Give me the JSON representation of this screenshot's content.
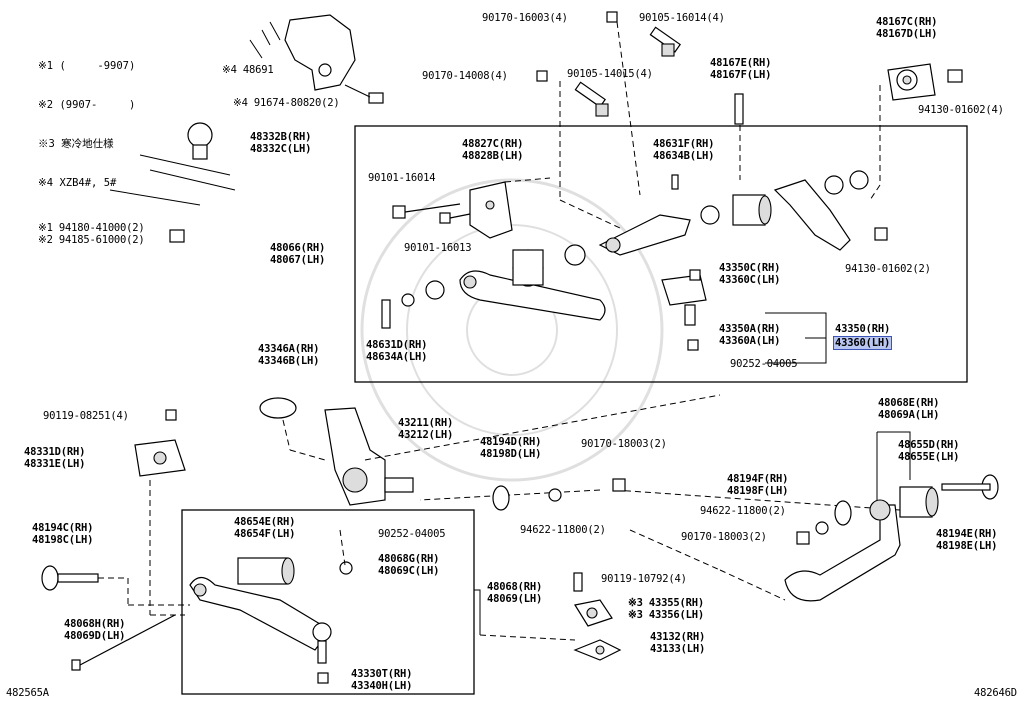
{
  "notes": [
    "※1 (     -9907)",
    "※2 (9907-     )",
    "※3 寒冷地仕様",
    "※4 XZB4#, 5#"
  ],
  "corner": {
    "left": "482565A",
    "right": "482646D"
  },
  "labels": {
    "l01": "90170-16003(4)",
    "l02": "90105-16014(4)",
    "l03": "48167C(RH)\n48167D(LH)",
    "l04": "※4 48691",
    "l05": "90170-14008(4)",
    "l06": "90105-14015(4)",
    "l07": "48167E(RH)\n48167F(LH)",
    "l08": "※4 91674-80820(2)",
    "l09": "94130-01602(4)",
    "l10": "48332B(RH)\n48332C(LH)",
    "l11": "48827C(RH)\n48828B(LH)",
    "l12": "48631F(RH)\n48634B(LH)",
    "l13": "90101-16014",
    "l14": "※1 94180-41000(2)\n※2 94185-61000(2)",
    "l15": "90101-16013",
    "l16": "48066(RH)\n48067(LH)",
    "l17": "43350C(RH)\n43360C(LH)",
    "l18": "94130-01602(2)",
    "l19": "43350A(RH)\n43360A(LH)",
    "l20a": "43350(RH)",
    "l20b": "43360(LH)",
    "l21": "48631D(RH)\n48634A(LH)",
    "l22": "90252-04005",
    "l23": "43346A(RH)\n43346B(LH)",
    "l24": "90119-08251(4)",
    "l25": "43211(RH)\n43212(LH)",
    "l26": "48068E(RH)\n48069A(LH)",
    "l27": "48331D(RH)\n48331E(LH)",
    "l28": "48194D(RH)\n48198D(LH)",
    "l29": "90170-18003(2)",
    "l30": "48655D(RH)\n48655E(LH)",
    "l31": "48194F(RH)\n48198F(LH)",
    "l32": "48194C(RH)\n48198C(LH)",
    "l33": "48654E(RH)\n48654F(LH)",
    "l34": "90252-04005",
    "l35": "94622-11800(2)",
    "l36": "94622-11800(2)",
    "l37": "48194E(RH)\n48198E(LH)",
    "l38": "90170-18003(2)",
    "l39": "48068G(RH)\n48069C(LH)",
    "l40": "48068(RH)\n48069(LH)",
    "l41": "90119-10792(4)",
    "l42": "※3 43355(RH)\n※3 43356(LH)",
    "l43": "48068H(RH)\n48069D(LH)",
    "l44": "43132(RH)\n43133(LH)",
    "l45": "43330T(RH)\n43340H(LH)"
  }
}
